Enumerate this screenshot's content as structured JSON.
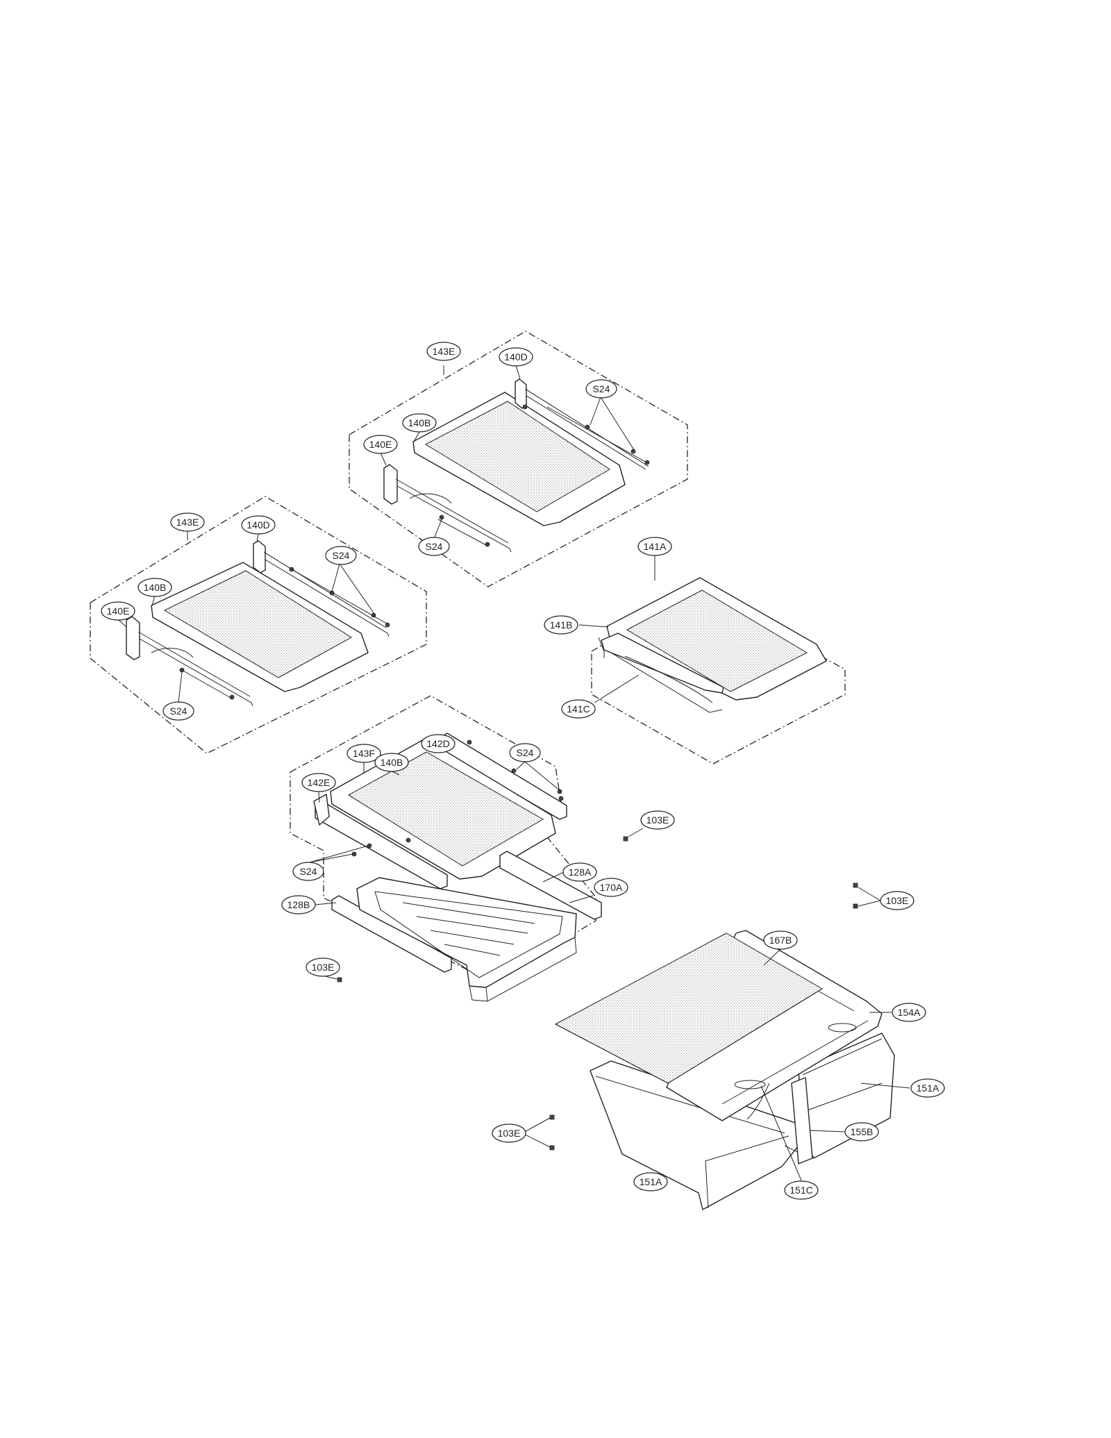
{
  "labels": {
    "a_143E": "143E",
    "a_140D": "140D",
    "a_S24a": "S24",
    "a_140B": "140B",
    "a_140E": "140E",
    "a_S24b": "S24",
    "b_143E": "143E",
    "b_140D": "140D",
    "b_S24a": "S24",
    "b_140B": "140B",
    "b_140E": "140E",
    "b_S24b": "S24",
    "c_141A": "141A",
    "c_141B": "141B",
    "c_141C": "141C",
    "d_143F": "143F",
    "d_142D": "142D",
    "d_140B": "140B",
    "d_S24a": "S24",
    "d_142E": "142E",
    "d_S24b": "S24",
    "d_128A": "128A",
    "d_170A": "170A",
    "d_128B": "128B",
    "d_103E": "103E",
    "e_103E_top": "103E",
    "e_103E_right": "103E",
    "f_167B": "167B",
    "f_154A": "154A",
    "f_151A_right": "151A",
    "f_155B": "155B",
    "f_151C": "151C",
    "f_151A_left": "151A",
    "f_103E": "103E"
  }
}
